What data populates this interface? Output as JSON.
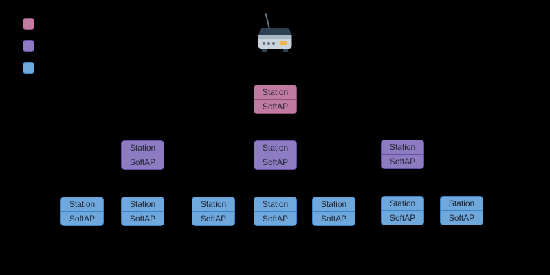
{
  "background": "#000000",
  "labels": {
    "station": "Station",
    "softap": "SoftAP"
  },
  "colors": {
    "root": {
      "fill": "#c27ba0",
      "border": "#8e5577"
    },
    "mid": {
      "fill": "#8e7cc3",
      "border": "#674ea7"
    },
    "leaf": {
      "fill": "#6fa8dc",
      "border": "#3d85c6"
    },
    "node_text": "#1f2430"
  },
  "legend": {
    "items": [
      {
        "swatch": "root"
      },
      {
        "swatch": "mid"
      },
      {
        "swatch": "leaf"
      }
    ]
  },
  "icons": {
    "router": "wifi-router-icon"
  },
  "structure": {
    "root_nodes": 1,
    "intermediate_nodes": 3,
    "leaf_nodes": 7,
    "node_rows": [
      "root",
      "intermediate",
      "leaf"
    ]
  }
}
